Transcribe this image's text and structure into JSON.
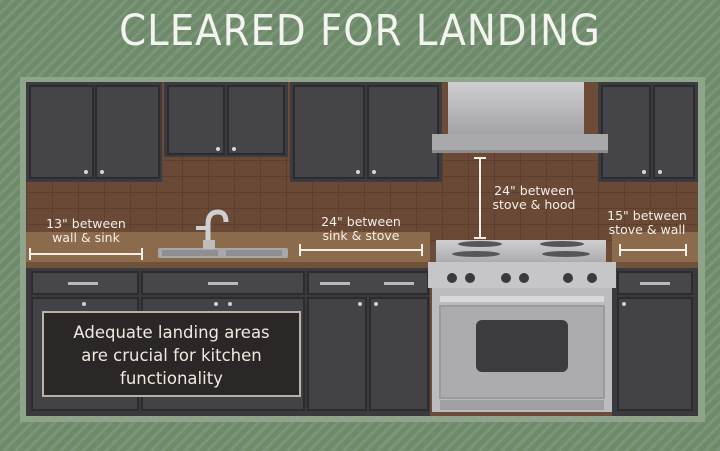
{
  "title": "CLEARED FOR LANDING",
  "measurements": {
    "wall_sink": [
      "13\" between",
      "wall & sink"
    ],
    "sink_stove": [
      "24\" between",
      "sink & stove"
    ],
    "stove_hood": [
      "24\" between",
      "stove & hood"
    ],
    "stove_wall": [
      "15\" between",
      "stove & wall"
    ]
  },
  "callout": [
    "Adequate landing areas",
    "are crucial for kitchen",
    "functionality"
  ],
  "colors": {
    "background_green": "#6f8a6a",
    "cabinet": "#3b3a3e",
    "backsplash": "#6b4a38",
    "countertop": "#8a6a4c",
    "stainless": "#b6b6b8",
    "label_text": "#f4efe6"
  }
}
